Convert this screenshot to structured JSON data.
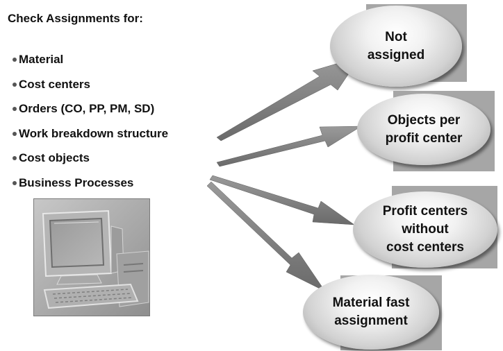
{
  "heading": "Check Assignments for:",
  "items": [
    "Material",
    "Cost centers",
    "Orders (CO, PP, PM, SD)",
    "Work breakdown structure",
    "Cost objects",
    "Business Processes"
  ],
  "targets": [
    "Not\nassigned",
    "Objects per\nprofit center",
    "Profit centers\nwithout\ncost centers",
    "Material fast\nassignment"
  ],
  "colors": {
    "box": "#a6a6a6",
    "arrow": "#8a8a8a",
    "text": "#111111"
  },
  "icons": [
    "computer-illustration",
    "bullet-dot"
  ]
}
